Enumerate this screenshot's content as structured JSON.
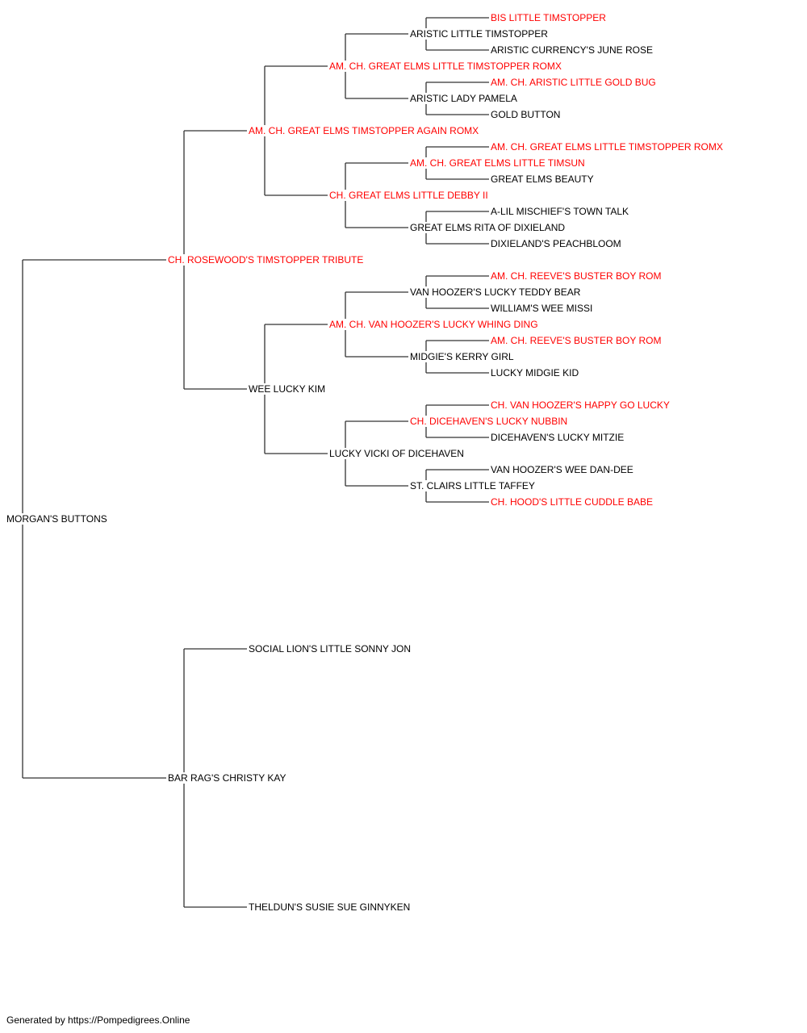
{
  "colors": {
    "champion": "#ff0000",
    "normal": "#000000",
    "line": "#333333"
  },
  "footer": "Generated by https://Pompedigrees.Online",
  "pedigree": {
    "subject": {
      "name": "MORGAN'S BUTTONS",
      "champion": false
    },
    "sire": {
      "name": "CH. ROSEWOOD'S TIMSTOPPER TRIBUTE",
      "champion": true,
      "sire": {
        "name": "AM. CH. GREAT ELMS TIMSTOPPER AGAIN ROMX",
        "champion": true,
        "sire": {
          "name": "AM. CH. GREAT ELMS LITTLE TIMSTOPPER ROMX",
          "champion": true,
          "sire": {
            "name": "ARISTIC LITTLE TIMSTOPPER",
            "champion": false,
            "sire": {
              "name": "BIS LITTLE TIMSTOPPER",
              "champion": true
            },
            "dam": {
              "name": "ARISTIC CURRENCY'S JUNE ROSE",
              "champion": false
            }
          },
          "dam": {
            "name": "ARISTIC LADY PAMELA",
            "champion": false,
            "sire": {
              "name": "AM. CH. ARISTIC LITTLE GOLD BUG",
              "champion": true
            },
            "dam": {
              "name": "GOLD BUTTON",
              "champion": false
            }
          }
        },
        "dam": {
          "name": "CH. GREAT ELMS LITTLE DEBBY II",
          "champion": true,
          "sire": {
            "name": "AM. CH. GREAT ELMS LITTLE TIMSUN",
            "champion": true,
            "sire": {
              "name": "AM. CH. GREAT ELMS LITTLE TIMSTOPPER ROMX",
              "champion": true
            },
            "dam": {
              "name": "GREAT ELMS BEAUTY",
              "champion": false
            }
          },
          "dam": {
            "name": "GREAT ELMS RITA OF DIXIELAND",
            "champion": false,
            "sire": {
              "name": "A-LIL MISCHIEF'S TOWN TALK",
              "champion": false
            },
            "dam": {
              "name": "DIXIELAND'S PEACHBLOOM",
              "champion": false
            }
          }
        }
      },
      "dam": {
        "name": "WEE LUCKY KIM",
        "champion": false,
        "sire": {
          "name": "AM. CH. VAN HOOZER'S LUCKY WHING DING",
          "champion": true,
          "sire": {
            "name": "VAN HOOZER'S LUCKY TEDDY BEAR",
            "champion": false,
            "sire": {
              "name": "AM. CH. REEVE'S BUSTER BOY ROM",
              "champion": true
            },
            "dam": {
              "name": "WILLIAM'S WEE MISSI",
              "champion": false
            }
          },
          "dam": {
            "name": "MIDGIE'S KERRY GIRL",
            "champion": false,
            "sire": {
              "name": "AM. CH. REEVE'S BUSTER BOY ROM",
              "champion": true
            },
            "dam": {
              "name": "LUCKY MIDGIE KID",
              "champion": false
            }
          }
        },
        "dam": {
          "name": "LUCKY VICKI OF DICEHAVEN",
          "champion": false,
          "sire": {
            "name": "CH. DICEHAVEN'S LUCKY NUBBIN",
            "champion": true,
            "sire": {
              "name": "CH. VAN HOOZER'S HAPPY GO LUCKY",
              "champion": true
            },
            "dam": {
              "name": "DICEHAVEN'S LUCKY MITZIE",
              "champion": false
            }
          },
          "dam": {
            "name": "ST. CLAIRS LITTLE TAFFEY",
            "champion": false,
            "sire": {
              "name": "VAN HOOZER'S WEE DAN-DEE",
              "champion": false
            },
            "dam": {
              "name": "CH. HOOD'S LITTLE CUDDLE BABE",
              "champion": true
            }
          }
        }
      }
    },
    "dam": {
      "name": "BAR RAG'S CHRISTY KAY",
      "champion": false,
      "sire": {
        "name": "SOCIAL LION'S LITTLE SONNY JON",
        "champion": false
      },
      "dam": {
        "name": "THELDUN'S SUSIE SUE GINNYKEN",
        "champion": false
      }
    }
  }
}
